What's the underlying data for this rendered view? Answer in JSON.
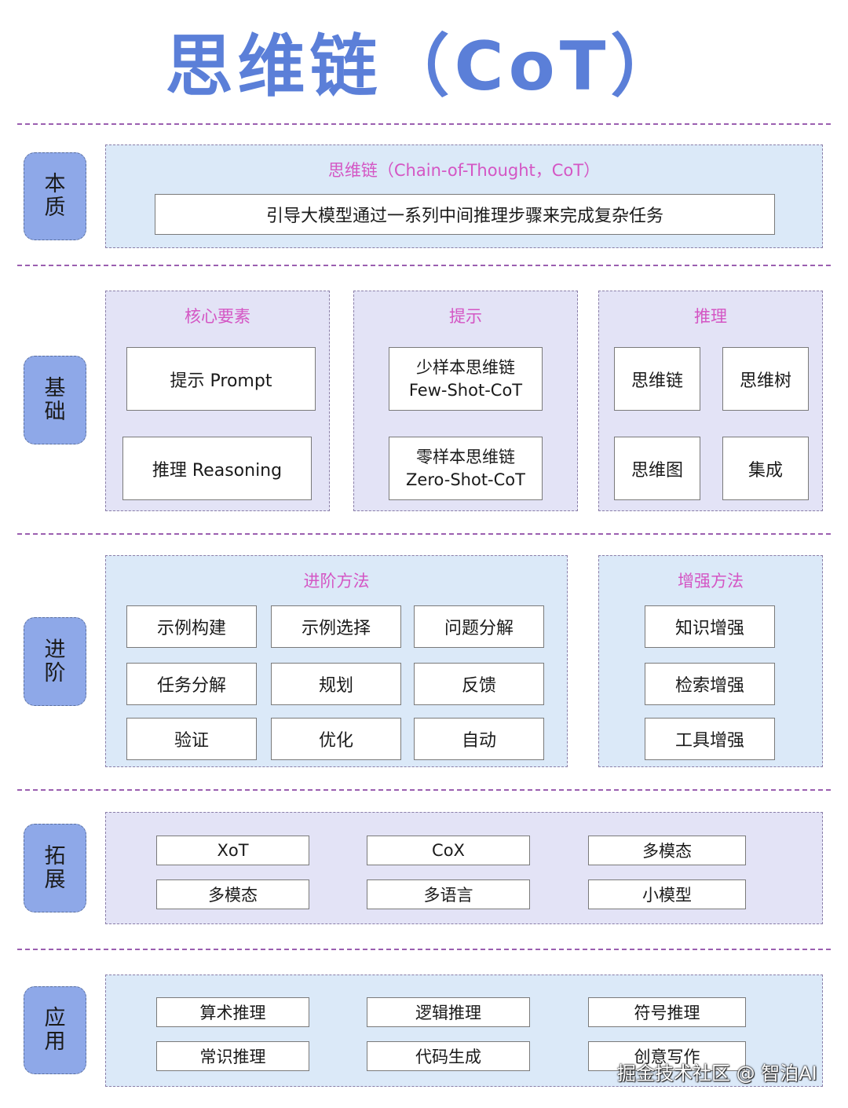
{
  "title": "思维链（CoT）",
  "sections": {
    "essence": {
      "label": "本质",
      "title": "思维链（Chain-of-Thought，CoT）",
      "desc": "引导大模型通过一系列中间推理步骤来完成复杂任务"
    },
    "basics": {
      "label": "基础",
      "core": {
        "title": "核心要素",
        "items": [
          "提示 Prompt",
          "推理 Reasoning"
        ]
      },
      "prompt": {
        "title": "提示",
        "items": [
          "少样本思维链\nFew-Shot-CoT",
          "零样本思维链\nZero-Shot-CoT"
        ]
      },
      "reasoning": {
        "title": "推理",
        "items": [
          "思维链",
          "思维树",
          "思维图",
          "集成"
        ]
      }
    },
    "advanced": {
      "label": "进阶",
      "methods": {
        "title": "进阶方法",
        "items": [
          "示例构建",
          "示例选择",
          "问题分解",
          "任务分解",
          "规划",
          "反馈",
          "验证",
          "优化",
          "自动"
        ]
      },
      "enhance": {
        "title": "增强方法",
        "items": [
          "知识增强",
          "检索增强",
          "工具增强"
        ]
      }
    },
    "extension": {
      "label": "拓展",
      "items": [
        "XoT",
        "CoX",
        "多模态",
        "多模态",
        "多语言",
        "小模型"
      ]
    },
    "application": {
      "label": "应用",
      "items": [
        "算术推理",
        "逻辑推理",
        "符号推理",
        "常识推理",
        "代码生成",
        "创意写作"
      ]
    }
  },
  "watermark": "掘金技术社区 @ 智泊AI"
}
